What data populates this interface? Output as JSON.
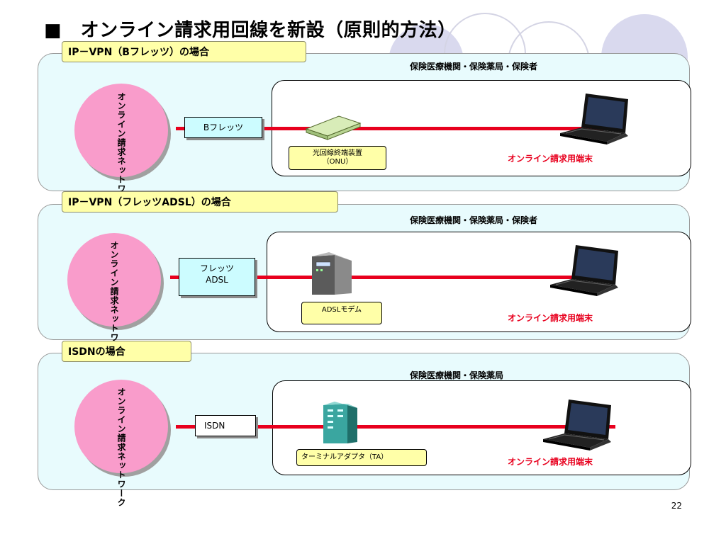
{
  "slide": {
    "title": "■　オンライン請求用回線を新設（原則的方法）",
    "page_number": "22"
  },
  "sections": [
    {
      "tab": "IP－VPN（Bフレッツ）の場合",
      "facility": "保険医療機関・保険薬局・保険者",
      "network_label": "オンライン請求ネットワーク",
      "line_label": "Bフレッツ",
      "device_label": "光回線終端装置（ONU）",
      "device_icon": "onu-device-icon",
      "terminal_label": "オンライン請求用端末"
    },
    {
      "tab": "IP－VPN（フレッツADSL）の場合",
      "facility": "保険医療機関・保険薬局・保険者",
      "network_label": "オンライン請求ネットワーク",
      "line_label": "フレッツ ADSL",
      "device_label": "ADSLモデム",
      "device_icon": "adsl-modem-icon",
      "terminal_label": "オンライン請求用端末"
    },
    {
      "tab": "ISDNの場合",
      "facility": "保険医療機関・保険薬局",
      "network_label": "オンライン請求ネットワーク",
      "line_label": "ISDN",
      "device_label": "ターミナルアダプタ（TA）",
      "device_icon": "terminal-adapter-icon",
      "terminal_label": "オンライン請求用端末"
    }
  ],
  "colors": {
    "panel_bg": "#e8fbfd",
    "tab_bg": "#ffffa8",
    "network_circle": "#f99ccb",
    "line_red": "#e8001e",
    "terminal_label_red": "#e8001e"
  }
}
